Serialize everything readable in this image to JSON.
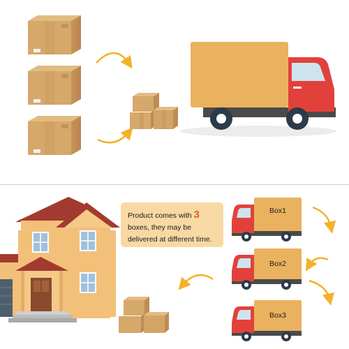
{
  "note": {
    "line1": "Product comes with",
    "count": "3",
    "line2": "boxes, they may be",
    "line3": "delivered at different time."
  },
  "trucks": [
    {
      "label": "Box1"
    },
    {
      "label": "Box2"
    },
    {
      "label": "Box3"
    }
  ],
  "colors": {
    "box": "#d6a86a",
    "truck_cargo": "#eab25f",
    "truck_cab": "#e2413b",
    "arrow": "#f3b12a",
    "house_wall": "#f3c07a",
    "house_roof": "#a33a2f",
    "note_bg": "#f8d9a4"
  }
}
